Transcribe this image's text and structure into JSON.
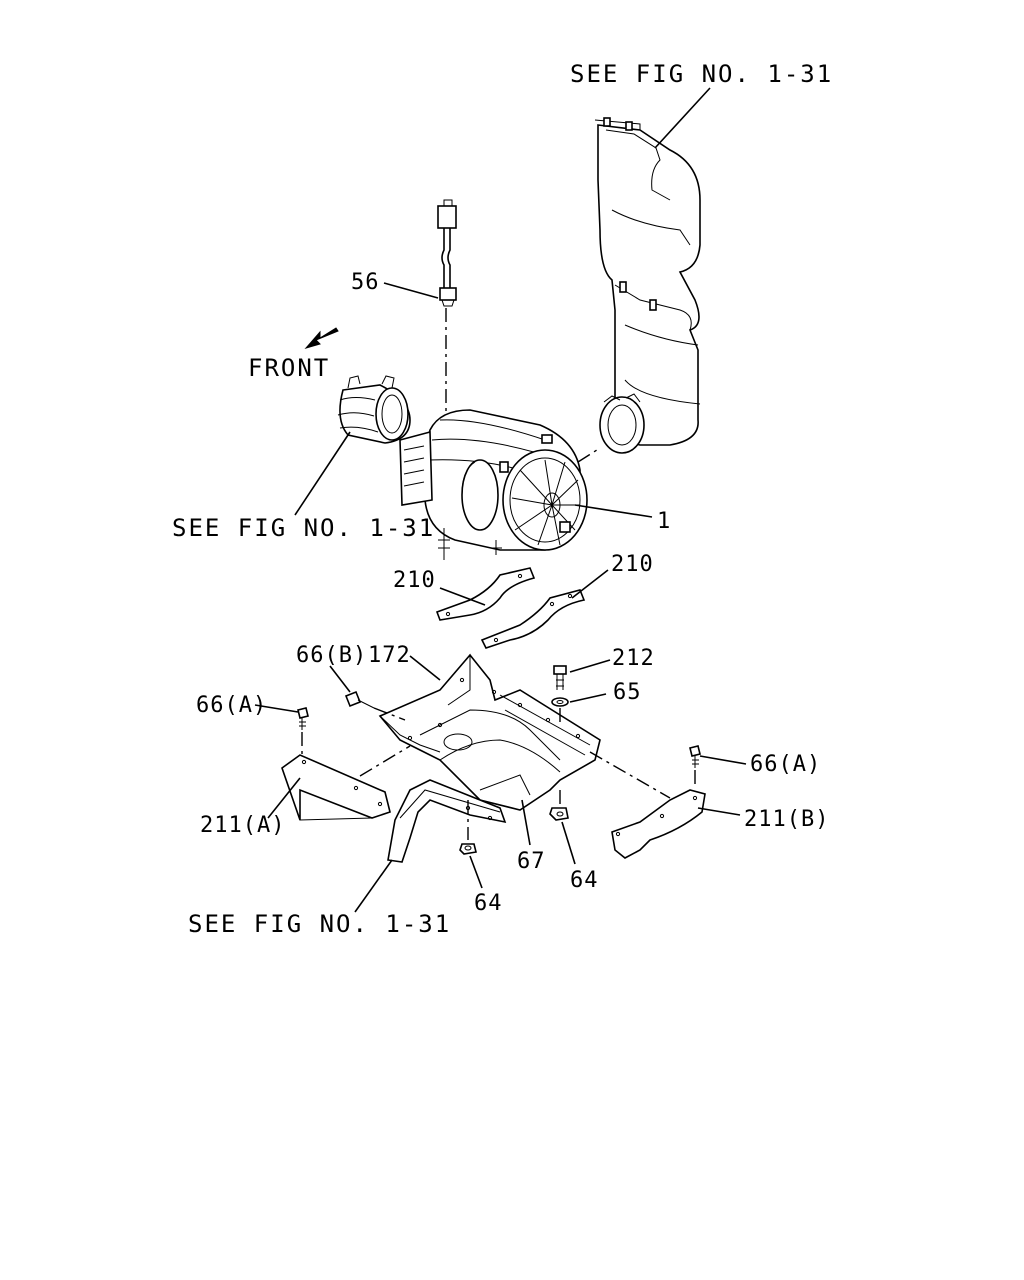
{
  "references": {
    "top": "SEE FIG NO. 1-31",
    "left": "SEE FIG NO. 1-31",
    "bottom": "SEE FIG NO. 1-31"
  },
  "direction": "FRONT",
  "callouts": {
    "p1": "1",
    "p56": "56",
    "p210a": "210",
    "p210b": "210",
    "p172": "172",
    "p66b": "66(B)",
    "p66a_left": "66(A)",
    "p66a_right": "66(A)",
    "p212": "212",
    "p65": "65",
    "p211a": "211(A)",
    "p211b": "211(B)",
    "p67": "67",
    "p64a": "64",
    "p64b": "64"
  },
  "icons": {
    "front_arrow": "arrow-down-left-icon"
  }
}
